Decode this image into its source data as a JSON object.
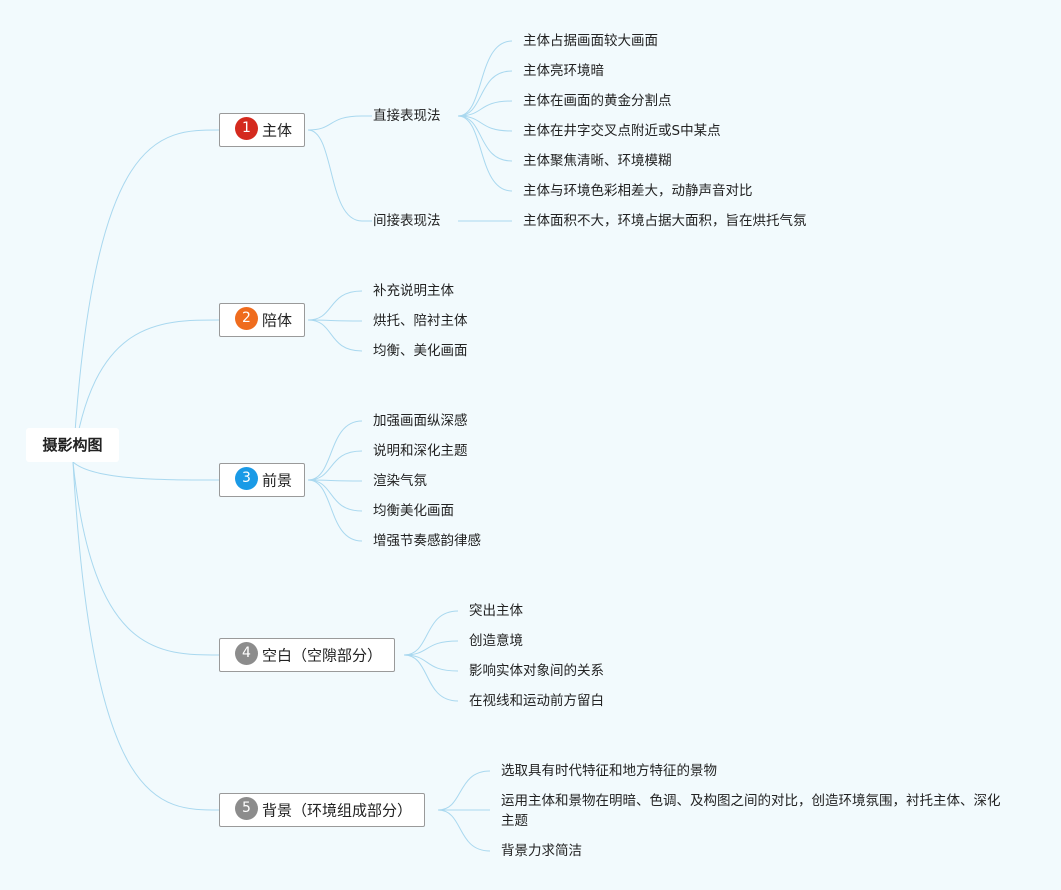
{
  "root": {
    "label": "摄影构图"
  },
  "branches": [
    {
      "number": "1",
      "label": "主体",
      "badge_color": "#d42a1e",
      "groups": [
        {
          "label": "直接表现法",
          "items": [
            "主体占据画面较大画面",
            "主体亮环境暗",
            "主体在画面的黄金分割点",
            "主体在井字交叉点附近或S中某点",
            "主体聚焦清晰、环境模糊",
            "主体与环境色彩相差大，动静声音对比"
          ]
        },
        {
          "label": "间接表现法",
          "items": [
            "主体面积不大，环境占据大面积，旨在烘托气氛"
          ]
        }
      ]
    },
    {
      "number": "2",
      "label": "陪体",
      "badge_color": "#ef6c1e",
      "items": [
        "补充说明主体",
        "烘托、陪衬主体",
        "均衡、美化画面"
      ]
    },
    {
      "number": "3",
      "label": "前景",
      "badge_color": "#1a9ae6",
      "items": [
        "加强画面纵深感",
        "说明和深化主题",
        "渲染气氛",
        "均衡美化画面",
        "增强节奏感韵律感"
      ]
    },
    {
      "number": "4",
      "label": "空白（空隙部分）",
      "badge_color": "#8c8c8c",
      "items": [
        "突出主体",
        "创造意境",
        "影响实体对象间的关系",
        "在视线和运动前方留白"
      ]
    },
    {
      "number": "5",
      "label": "背景（环境组成部分）",
      "badge_color": "#8c8c8c",
      "items": [
        "选取具有时代特征和地方特征的景物",
        "运用主体和景物在明暗、色调、及构图之间的对比，创造环境氛围，衬托主体、深化主题",
        "背景力求简洁"
      ]
    }
  ]
}
